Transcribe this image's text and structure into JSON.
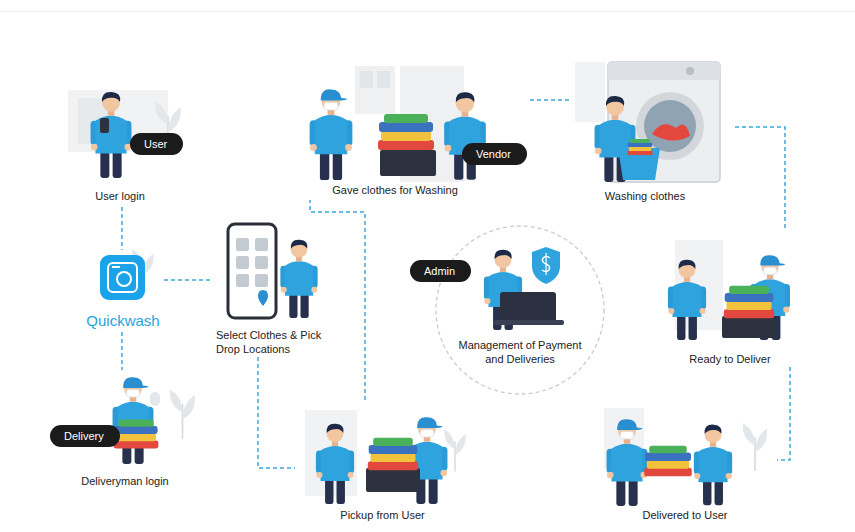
{
  "diagram": {
    "nodes": [
      {
        "text": [
          "User",
          "User login"
        ]
      },
      {
        "text": [
          "Vendor",
          "Gave clothes for Washing"
        ]
      },
      {
        "text": [
          "Washing clothes"
        ]
      },
      {
        "text": [
          "Quickwash"
        ]
      },
      {
        "text": [
          "Select Clothes & Pick Drop Locations"
        ]
      },
      {
        "text": [
          "Admin",
          "Management of Payment and Deliveries"
        ]
      },
      {
        "text": [
          "Ready to Deliver"
        ]
      },
      {
        "text": [
          "Delivery",
          "Deliveryman login"
        ]
      },
      {
        "text": [
          "Pickup from User"
        ]
      },
      {
        "text": [
          "Delivered to User"
        ]
      }
    ],
    "edges": [
      {
        "from": 0,
        "to": 3,
        "arrow": "none"
      },
      {
        "from": 1,
        "to": 2,
        "arrow": "none"
      },
      {
        "from": 2,
        "to": 6,
        "arrow": "none"
      },
      {
        "from": 3,
        "to": 4,
        "arrow": "none"
      },
      {
        "from": 3,
        "to": 7,
        "arrow": "none"
      },
      {
        "from": 4,
        "to": 8,
        "arrow": "none"
      },
      {
        "from": 6,
        "to": 9,
        "arrow": "none"
      },
      {
        "from": 8,
        "to": 1,
        "arrow": "none"
      }
    ]
  }
}
